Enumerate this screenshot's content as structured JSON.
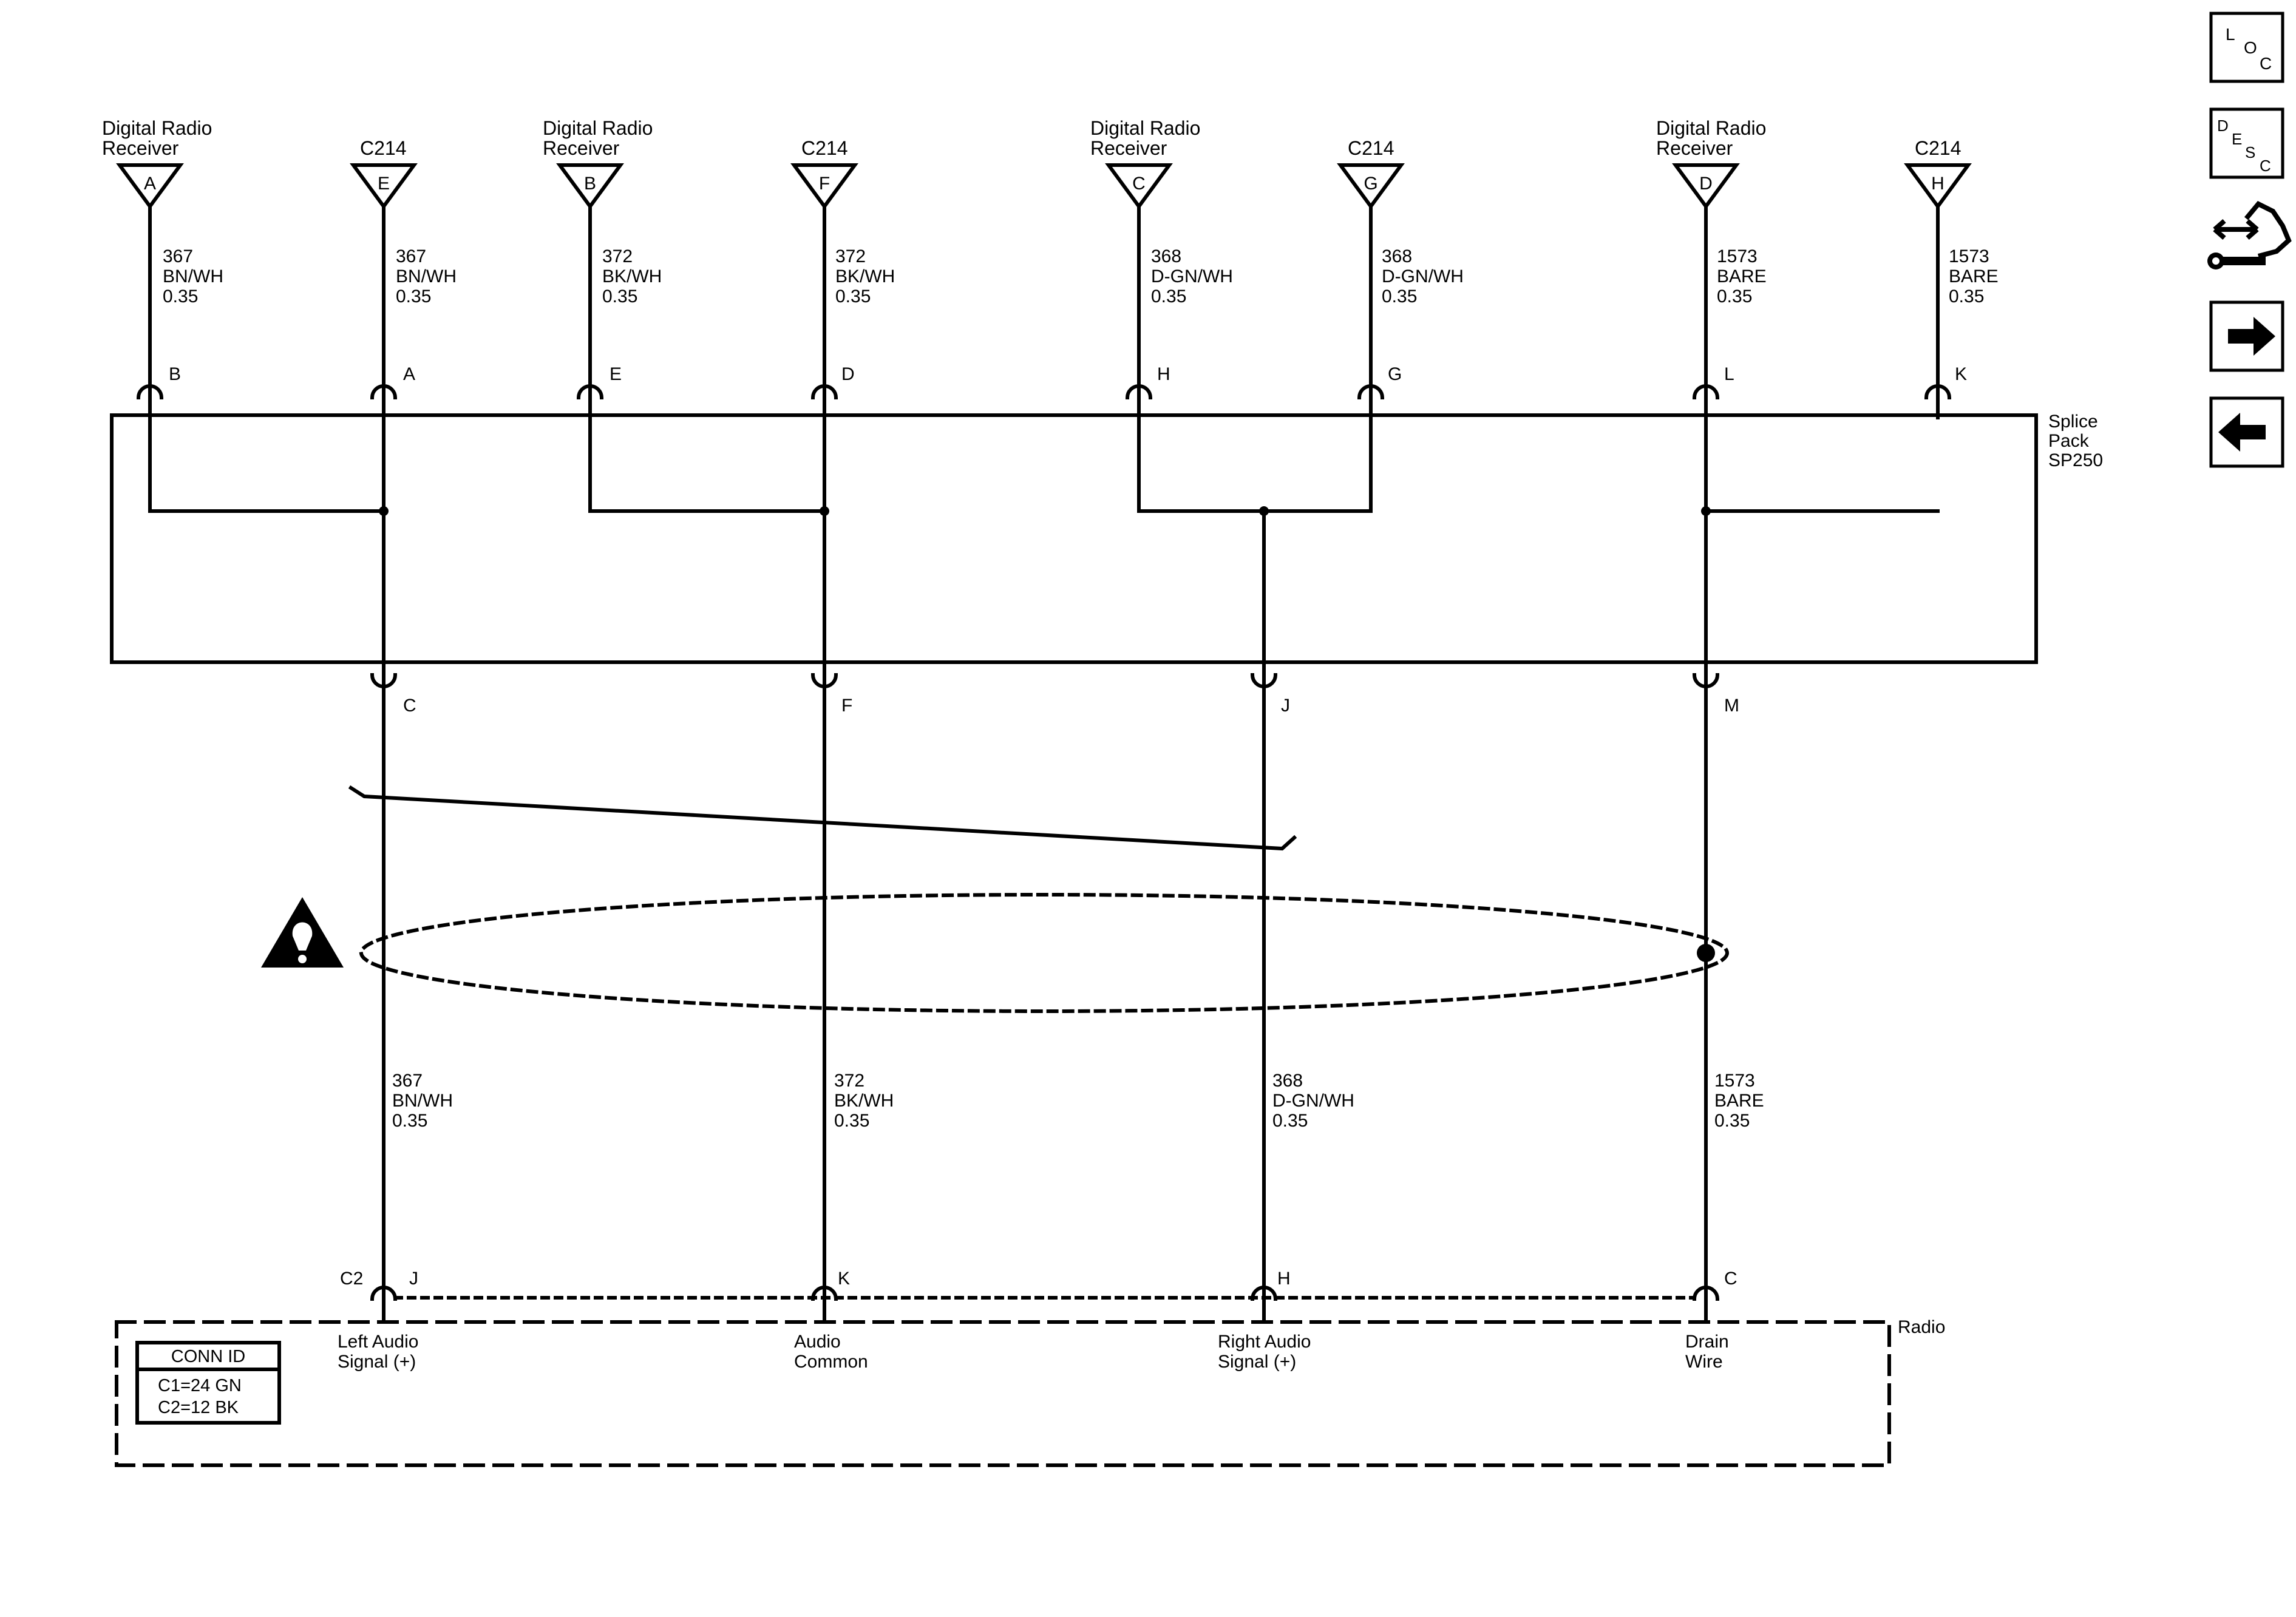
{
  "top_connectors": [
    {
      "line1": "Digital Radio",
      "line2": "Receiver",
      "pin": "A"
    },
    {
      "line1": "",
      "line2": "C214",
      "pin": "E"
    },
    {
      "line1": "Digital Radio",
      "line2": "Receiver",
      "pin": "B"
    },
    {
      "line1": "",
      "line2": "C214",
      "pin": "F"
    },
    {
      "line1": "Digital Radio",
      "line2": "Receiver",
      "pin": "C"
    },
    {
      "line1": "",
      "line2": "C214",
      "pin": "G"
    },
    {
      "line1": "Digital Radio",
      "line2": "Receiver",
      "pin": "D"
    },
    {
      "line1": "",
      "line2": "C214",
      "pin": "H"
    }
  ],
  "top_wires": [
    {
      "circuit": "367",
      "color": "BN/WH",
      "gauge": "0.35"
    },
    {
      "circuit": "367",
      "color": "BN/WH",
      "gauge": "0.35"
    },
    {
      "circuit": "372",
      "color": "BK/WH",
      "gauge": "0.35"
    },
    {
      "circuit": "372",
      "color": "BK/WH",
      "gauge": "0.35"
    },
    {
      "circuit": "368",
      "color": "D-GN/WH",
      "gauge": "0.35"
    },
    {
      "circuit": "368",
      "color": "D-GN/WH",
      "gauge": "0.35"
    },
    {
      "circuit": "1573",
      "color": "BARE",
      "gauge": "0.35"
    },
    {
      "circuit": "1573",
      "color": "BARE",
      "gauge": "0.35"
    }
  ],
  "splice_top_pins": [
    "B",
    "A",
    "E",
    "D",
    "H",
    "G",
    "L",
    "K"
  ],
  "splice_bottom_pins": [
    "C",
    "F",
    "J",
    "M"
  ],
  "splice_pack": {
    "line1": "Splice",
    "line2": "Pack",
    "line3": "SP250"
  },
  "bottom_wires": [
    {
      "circuit": "367",
      "color": "BN/WH",
      "gauge": "0.35"
    },
    {
      "circuit": "372",
      "color": "BK/WH",
      "gauge": "0.35"
    },
    {
      "circuit": "368",
      "color": "D-GN/WH",
      "gauge": "0.35"
    },
    {
      "circuit": "1573",
      "color": "BARE",
      "gauge": "0.35"
    }
  ],
  "radio_connector": "C2",
  "radio_pins": [
    "J",
    "K",
    "H",
    "C"
  ],
  "radio_pin_labels": [
    {
      "line1": "Left Audio",
      "line2": "Signal (+)"
    },
    {
      "line1": "Audio",
      "line2": "Common"
    },
    {
      "line1": "Right Audio",
      "line2": "Signal (+)"
    },
    {
      "line1": "Drain",
      "line2": "Wire"
    }
  ],
  "radio_label": "Radio",
  "conn_id": {
    "title": "CONN ID",
    "c1": "C1=24 GN",
    "c2": "C2=12 BK"
  },
  "side_nav": {
    "loc": [
      "L",
      "O",
      "C"
    ],
    "desc": [
      "D",
      "E",
      "S",
      "C"
    ],
    "icons": [
      "harness-routing-icon",
      "next-arrow-icon",
      "previous-arrow-icon"
    ]
  }
}
